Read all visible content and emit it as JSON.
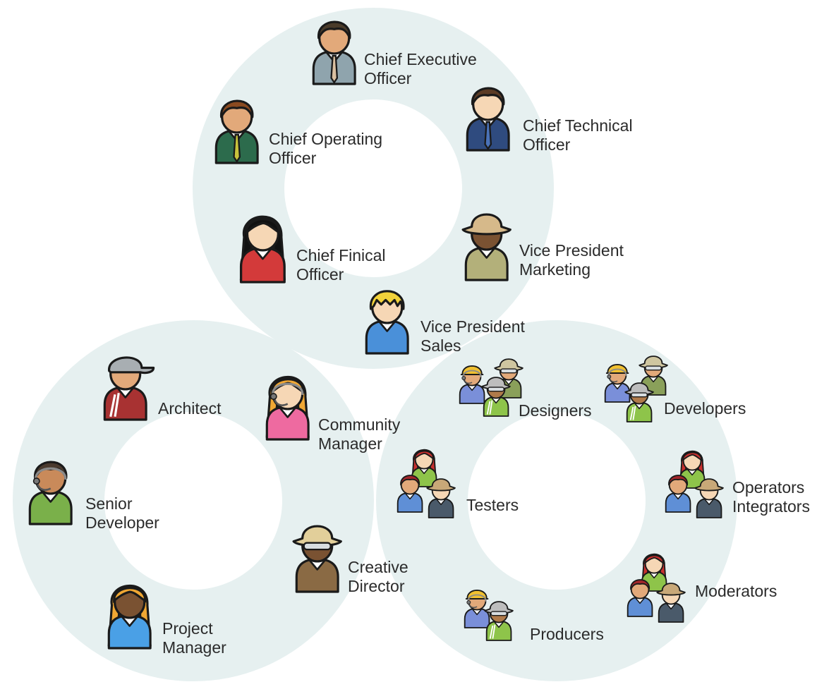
{
  "colors": {
    "ring": "#e6f0f0",
    "outline": "#1a1a1a",
    "skin_light": "#f6d7b5",
    "skin_tan": "#e2a97a",
    "skin_dark": "#7a5232"
  },
  "rings": [
    {
      "name": "executive-ring",
      "members": [
        {
          "key": "ceo",
          "lines": [
            "Chief Executive",
            "Officer"
          ],
          "icon": "ceo-icon"
        },
        {
          "key": "cto",
          "lines": [
            "Chief Technical",
            "Officer"
          ],
          "icon": "cto-icon"
        },
        {
          "key": "coo",
          "lines": [
            "Chief Operating",
            "Officer"
          ],
          "icon": "coo-icon"
        },
        {
          "key": "cfo",
          "lines": [
            "Chief Finical",
            "Officer"
          ],
          "icon": "cfo-icon"
        },
        {
          "key": "vpm",
          "lines": [
            "Vice President",
            "Marketing"
          ],
          "icon": "vp-marketing-icon"
        },
        {
          "key": "vps",
          "lines": [
            "Vice President",
            "Sales"
          ],
          "icon": "vp-sales-icon"
        }
      ]
    },
    {
      "name": "management-ring",
      "members": [
        {
          "key": "architect",
          "lines": [
            "Architect"
          ],
          "icon": "architect-icon"
        },
        {
          "key": "community",
          "lines": [
            "Community",
            "Manager"
          ],
          "icon": "community-manager-icon"
        },
        {
          "key": "senior",
          "lines": [
            "Senior",
            "Developer"
          ],
          "icon": "senior-developer-icon"
        },
        {
          "key": "creative",
          "lines": [
            "Creative",
            "Director"
          ],
          "icon": "creative-director-icon"
        },
        {
          "key": "pm",
          "lines": [
            "Project",
            "Manager"
          ],
          "icon": "project-manager-icon"
        }
      ]
    },
    {
      "name": "team-ring",
      "members": [
        {
          "key": "designers",
          "lines": [
            "Designers"
          ],
          "icon": "designers-group-icon"
        },
        {
          "key": "developers",
          "lines": [
            "Developers"
          ],
          "icon": "developers-group-icon"
        },
        {
          "key": "testers",
          "lines": [
            "Testers"
          ],
          "icon": "testers-group-icon"
        },
        {
          "key": "operators",
          "lines": [
            "Operators",
            "Integrators"
          ],
          "icon": "operators-group-icon"
        },
        {
          "key": "moderators",
          "lines": [
            "Moderators"
          ],
          "icon": "moderators-group-icon"
        },
        {
          "key": "producers",
          "lines": [
            "Producers"
          ],
          "icon": "producers-group-icon"
        }
      ]
    }
  ]
}
